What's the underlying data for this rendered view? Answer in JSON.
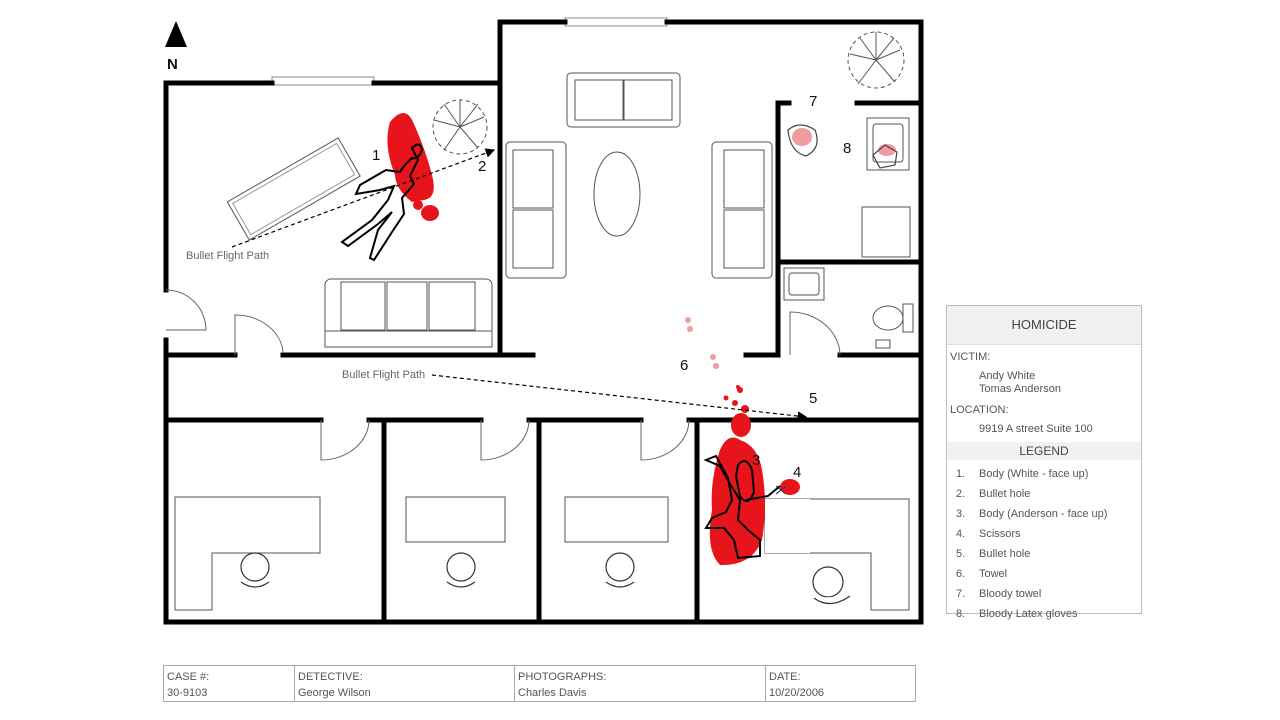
{
  "compass": {
    "label": "N"
  },
  "annotations": {
    "bullet_path_1": "Bullet Flight Path",
    "bullet_path_2": "Bullet Flight Path"
  },
  "markers": [
    "1",
    "2",
    "3",
    "4",
    "5",
    "6",
    "7",
    "8"
  ],
  "legend_panel": {
    "title": "HOMICIDE",
    "victim_label": "VICTIM:",
    "victims": [
      "Andy White",
      "Tomas Anderson"
    ],
    "location_label": "LOCATION:",
    "location": "9919 A street Suite 100",
    "legend_title": "LEGEND",
    "items": [
      {
        "num": "1.",
        "text": "Body (White - face up)"
      },
      {
        "num": "2.",
        "text": "Bullet hole"
      },
      {
        "num": "3.",
        "text": "Body (Anderson - face up)"
      },
      {
        "num": "4.",
        "text": "Scissors"
      },
      {
        "num": "5.",
        "text": "Bullet hole"
      },
      {
        "num": "6.",
        "text": "Towel"
      },
      {
        "num": "7.",
        "text": "Bloody towel"
      },
      {
        "num": "8.",
        "text": "Bloody Latex gloves"
      }
    ]
  },
  "case_info": {
    "case_label": "CASE #:",
    "case_value": "30-9103",
    "detective_label": "DETECTIVE:",
    "detective_value": "George Wilson",
    "photographs_label": "PHOTOGRAPHS:",
    "photographs_value": "Charles Davis",
    "date_label": "DATE:",
    "date_value": "10/20/2006"
  },
  "colors": {
    "wall": "#000000",
    "blood": "#e8141b",
    "furniture_stroke": "#555555",
    "panel_header": "#f1f1f1"
  }
}
